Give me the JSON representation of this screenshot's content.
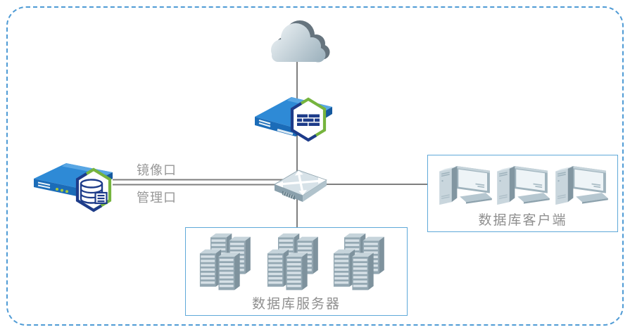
{
  "diagram": {
    "type": "network-topology",
    "port_labels": {
      "mirror": "镜像口",
      "management": "管理口"
    },
    "groups": {
      "database_clients": {
        "label": "数据库客户端",
        "client_count": 3
      },
      "database_servers": {
        "label": "数据库服务器",
        "server_cluster_count": 3
      }
    },
    "nodes": [
      {
        "name": "internet",
        "icon": "cloud-icon"
      },
      {
        "name": "firewall",
        "icon": "firewall-appliance-icon"
      },
      {
        "name": "switch",
        "icon": "switch-icon"
      },
      {
        "name": "database-audit-appliance",
        "icon": "database-appliance-icon"
      }
    ],
    "colors": {
      "boundary_border": "#4f9bd5",
      "group_box_border": "#5fa9d9",
      "connector_line": "#7f7f7f",
      "label_text": "#949797",
      "appliance_blue": "#2e8ad6",
      "badge_green": "#76b43e",
      "badge_navy": "#1e3c8a"
    }
  }
}
